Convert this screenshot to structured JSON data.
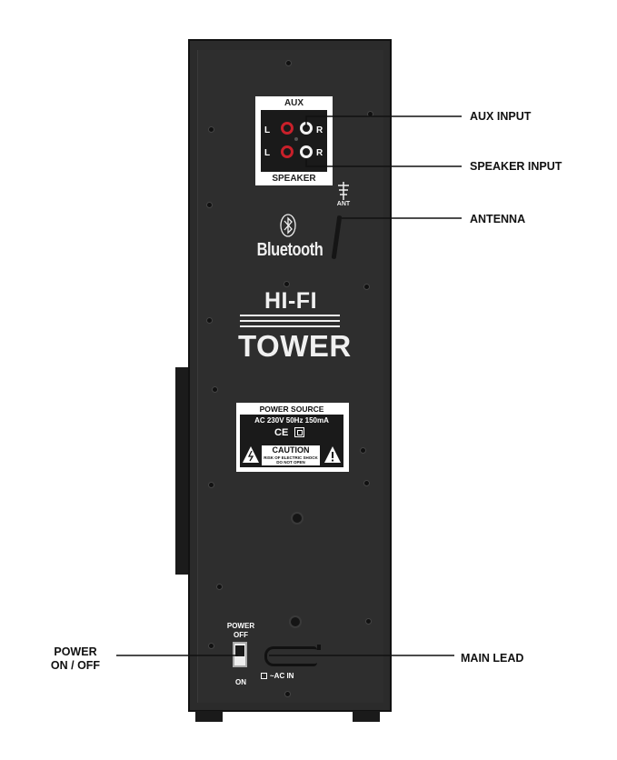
{
  "panel": {
    "aux_title": "AUX",
    "speaker_title": "SPEAKER",
    "left_label": "L",
    "right_label": "R",
    "antenna_label": "ANT",
    "bluetooth_text": "Bluetooth",
    "hifi_text": "HI-FI",
    "tower_text": "TOWER",
    "power_source_title": "POWER SOURCE",
    "power_spec": "AC 230V 50Hz 150mA",
    "ce_mark": "CE",
    "caution_title": "CAUTION",
    "caution_line1": "RISK OF ELECTRIC SHOCK",
    "caution_line2": "DO NOT OPEN",
    "power_off_label": "POWER\nOFF",
    "on_label": "ON",
    "ac_in_label": "~AC IN"
  },
  "callouts": {
    "aux_input": "AUX INPUT",
    "speaker_input": "SPEAKER INPUT",
    "antenna": "ANTENNA",
    "power_on_off_line1": "POWER",
    "power_on_off_line2": "ON / OFF",
    "main_lead": "MAIN LEAD"
  },
  "colors": {
    "panel_black": "#2b2b2b",
    "jack_red": "#c8202a",
    "label_white": "#ffffff"
  }
}
